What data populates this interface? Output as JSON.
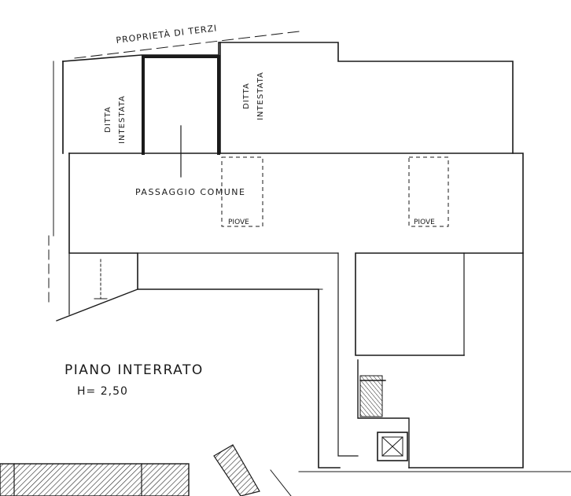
{
  "labels": {
    "property": "PROPRIETÀ DI TERZI",
    "owner_left": [
      "DITTA",
      "INTESTATA"
    ],
    "owner_right": [
      "DITTA",
      "INTESTATA"
    ],
    "common_passage": "PASSAGGIO COMUNE",
    "rain_left": "PIOVE",
    "rain_right": "PIOVE",
    "floor_title": "PIANO INTERRATO",
    "height": "H= 2,50"
  }
}
